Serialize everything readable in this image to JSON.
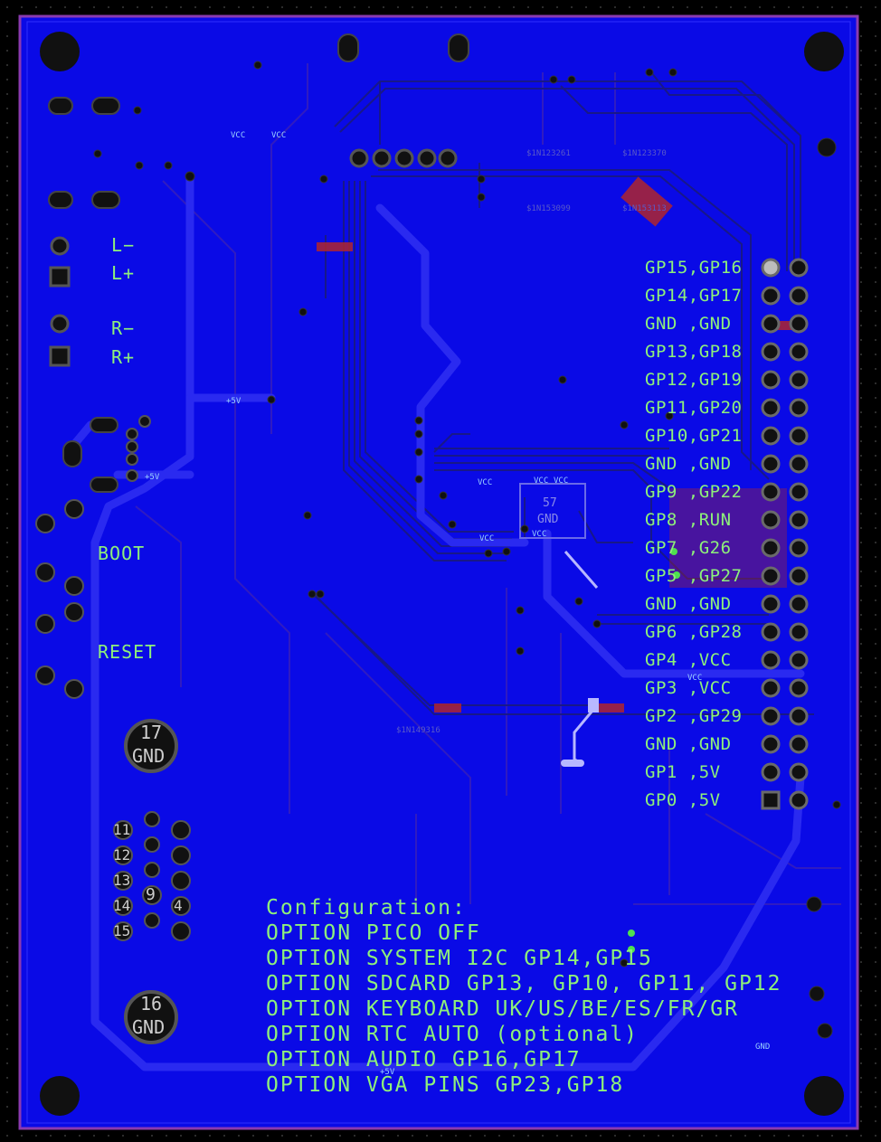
{
  "board": {
    "colors": {
      "background": "#000000",
      "board_fill": "#0a0ae6",
      "trace": "#2a2af0",
      "outline": "#8a3ab0",
      "silk": "#8ef07a",
      "pad": "#111111"
    }
  },
  "header_pins": [
    {
      "left": "GP15,GP16"
    },
    {
      "left": "GP14,GP17"
    },
    {
      "left": "GND ,GND"
    },
    {
      "left": "GP13,GP18"
    },
    {
      "left": "GP12,GP19"
    },
    {
      "left": "GP11,GP20"
    },
    {
      "left": "GP10,GP21"
    },
    {
      "left": "GND ,GND"
    },
    {
      "left": "GP9 ,GP22"
    },
    {
      "left": "GP8 ,RUN"
    },
    {
      "left": "GP7 ,G26"
    },
    {
      "left": "GP5 ,GP27"
    },
    {
      "left": "GND ,GND"
    },
    {
      "left": "GP6 ,GP28"
    },
    {
      "left": "GP4 ,VCC"
    },
    {
      "left": "GP3 ,VCC"
    },
    {
      "left": "GP2 ,GP29"
    },
    {
      "left": "GND ,GND"
    },
    {
      "left": "GP1 ,5V"
    },
    {
      "left": "GP0 ,5V"
    }
  ],
  "audio": {
    "l_minus": "L−",
    "l_plus": "L+",
    "r_minus": "R−",
    "r_plus": "R+"
  },
  "buttons": {
    "boot": "BOOT",
    "reset": "RESET"
  },
  "mounts": {
    "top_gnd_num": "17",
    "top_gnd_label": "GND",
    "bottom_gnd_num": "16",
    "bottom_gnd_label": "GND"
  },
  "vga_pins": [
    "11",
    "12",
    "13",
    "14",
    "15",
    "9",
    "4"
  ],
  "config": [
    "Configuration:",
    "OPTION PICO OFF",
    "OPTION SYSTEM I2C GP14,GP15",
    "OPTION SDCARD GP13, GP10, GP11, GP12",
    "OPTION KEYBOARD UK/US/BE/ES/FR/GR",
    "OPTION RTC AUTO (optional)",
    "OPTION AUDIO GP16,GP17",
    "OPTION VGA PINS GP23,GP18"
  ],
  "small_labels": {
    "vcc": "VCC",
    "p5v": "+5V",
    "gnd": "GND",
    "chip_gnd": "GND",
    "chip_num": "57",
    "r1": "$1N123261",
    "r2": "$1N123370",
    "r3": "$1N153099",
    "r4": "$1N153113",
    "r5": "$1N149316"
  }
}
